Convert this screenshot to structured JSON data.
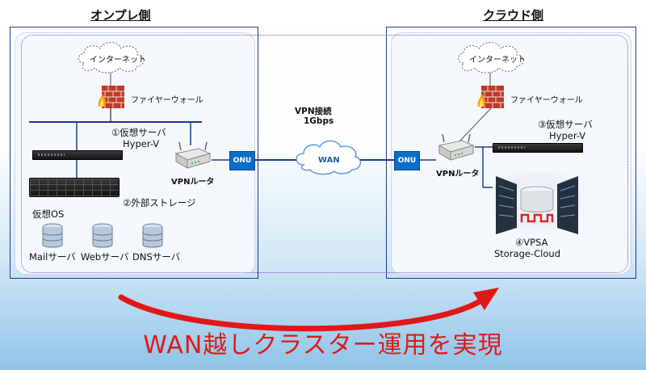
{
  "left_section": {
    "title": "オンプレ側",
    "internet_label": "インターネット",
    "firewall_label": "ファイヤーウォール",
    "server_label_line1": "①仮想サーバ",
    "server_label_line2": "Hyper-V",
    "router_label": "VPNルータ",
    "onu_label": "ONU",
    "storage_label": "②外部ストレージ",
    "vm_group_label": "仮想OS",
    "vms": [
      {
        "label": "Mailサーバ"
      },
      {
        "label": "Webサーバ"
      },
      {
        "label": "DNSサーバ"
      }
    ]
  },
  "right_section": {
    "title": "クラウド側",
    "internet_label": "インターネット",
    "firewall_label": "ファイヤーウォール",
    "server_label_line1": "③仮想サーバ",
    "server_label_line2": "Hyper-V",
    "router_label": "VPNルータ",
    "onu_label": "ONU",
    "storage_label_line1": "④VPSA",
    "storage_label_line2": "Storage-Cloud"
  },
  "wan": {
    "vpn_line1": "VPN接続",
    "vpn_line2": "1Gbps",
    "cloud_label": "WAN"
  },
  "footer": {
    "text": "WAN越しクラスター運用を実現"
  },
  "colors": {
    "panel_border": "#1f3a8a",
    "link_line": "#1f3a8a",
    "onu_fill": "#0a6ec7",
    "arrow": "#e01818",
    "footer_text": "#e01818"
  }
}
